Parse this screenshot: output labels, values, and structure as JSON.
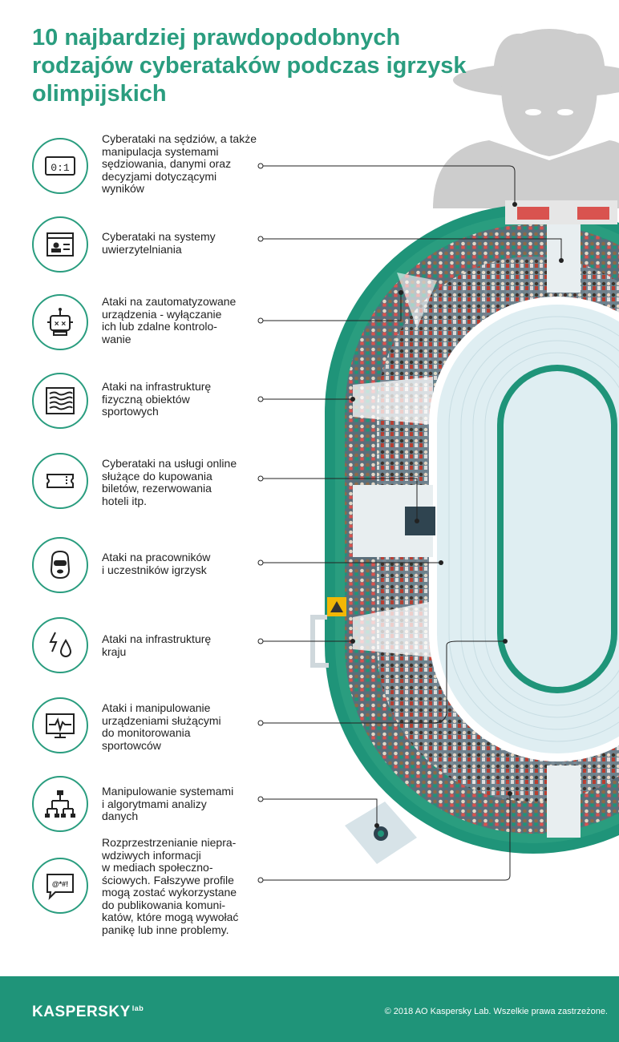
{
  "title": "10 najbardziej prawdopodobnych rodzajów cyberataków podczas igrzysk olimpijskich",
  "colors": {
    "accent": "#2a9d7f",
    "stadium_ring": "#1f9479",
    "field": "#dfeef2",
    "spy": "#cfcfcf",
    "footer": "#1f9479"
  },
  "items": [
    {
      "icon": "scoreboard-icon",
      "icon_text": "0:1",
      "text": "Cyberataki na sędziów, a także\nmanipulacja systemami\nsędziowania, danymi oraz\ndecyzjami dotyczącymi\nwyników"
    },
    {
      "icon": "id-card-icon",
      "text": "Cyberataki na systemy\nuwierzytelniania"
    },
    {
      "icon": "robot-icon",
      "text": "Ataki na zautomatyzowane\nurządzenia - wyłączanie\nich lub zdalne kontrolo-\nwanie"
    },
    {
      "icon": "air-vent-icon",
      "text": "Ataki na infrastrukturę\nfizyczną obiektów\nsportowych"
    },
    {
      "icon": "ticket-icon",
      "text": "Cyberataki na usługi online\nsłużące do kupowania\nbiletów, rezerwowania\nhoteli itp."
    },
    {
      "icon": "balaclava-icon",
      "text": "Ataki na pracowników\ni uczestników igrzysk"
    },
    {
      "icon": "power-water-icon",
      "text": "Ataki na infrastrukturę\nkraju"
    },
    {
      "icon": "heart-monitor-icon",
      "text": "Ataki i manipulowanie\nurządzeniami służącymi\ndo monitorowania\nsportowców"
    },
    {
      "icon": "algorithm-tree-icon",
      "text": "Manipulowanie systemami\ni algorytmami analizy\ndanych"
    },
    {
      "icon": "speech-bubble-icon",
      "icon_text": "@*#!",
      "text": "Rozprzestrzenianie niepra-\nwdziwych informacji\nw mediach społeczno-\nściowych. Fałszywe profile\nmogą zostać wykorzystane\ndo publikowania komuni-\nkatów, które mogą wywołać\npanikę lub inne problemy."
    }
  ],
  "footer": {
    "logo": "KASPERSKY",
    "logo_suffix": "lab",
    "copyright": "© 2018 AO Kaspersky Lab. Wszelkie prawa zastrzeżone."
  }
}
